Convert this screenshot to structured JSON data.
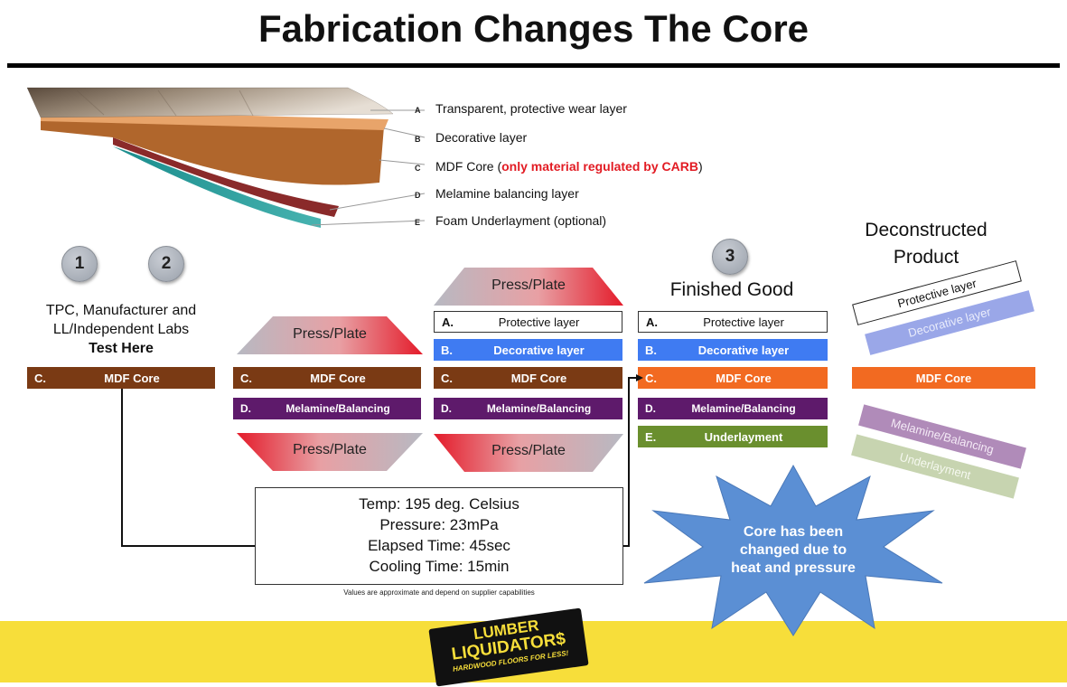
{
  "title": "Fabrication Changes The Core",
  "legend": [
    {
      "letter": "A",
      "text": "Transparent, protective wear layer"
    },
    {
      "letter": "B",
      "text": "Decorative layer"
    },
    {
      "letter": "C",
      "text_before": "MDF Core (",
      "text_red": "only material regulated by CARB",
      "text_after": ")"
    },
    {
      "letter": "D",
      "text": "Melamine balancing layer"
    },
    {
      "letter": "E",
      "text": "Foam Underlayment (optional)"
    }
  ],
  "steps": [
    "1",
    "2",
    "3"
  ],
  "stage1": {
    "heading": [
      "TPC, Manufacturer and",
      "LL/Independent Labs",
      "Test Here"
    ],
    "core": {
      "letter": "C.",
      "label": "MDF Core"
    }
  },
  "stage2": {
    "press_top": "Press/Plate",
    "press_bottom": "Press/Plate",
    "layers": [
      {
        "letter": "C.",
        "label": "MDF Core"
      },
      {
        "letter": "D.",
        "label": "Melamine/Balancing"
      }
    ]
  },
  "stage3": {
    "press_top": "Press/Plate",
    "press_bottom": "Press/Plate",
    "layers": [
      {
        "letter": "A.",
        "label": "Protective layer"
      },
      {
        "letter": "B.",
        "label": "Decorative layer"
      },
      {
        "letter": "C.",
        "label": "MDF Core"
      },
      {
        "letter": "D.",
        "label": "Melamine/Balancing"
      }
    ]
  },
  "finished": {
    "heading": "Finished Good",
    "layers": [
      {
        "letter": "A.",
        "label": "Protective layer"
      },
      {
        "letter": "B.",
        "label": "Decorative layer"
      },
      {
        "letter": "C.",
        "label": "MDF Core"
      },
      {
        "letter": "D.",
        "label": "Melamine/Balancing"
      },
      {
        "letter": "E.",
        "label": "Underlayment"
      }
    ]
  },
  "deconstructed": {
    "heading": [
      "Deconstructed",
      "Product"
    ],
    "protective": "Protective layer",
    "decorative": "Decorative layer",
    "core": "MDF Core",
    "melamine": "Melamine/Balancing",
    "underlayment": "Underlayment"
  },
  "params": [
    "Temp: 195 deg. Celsius",
    "Pressure: 23mPa",
    "Elapsed Time: 45sec",
    "Cooling Time: 15min"
  ],
  "note": "Values are approximate and depend on supplier capabilities",
  "burst": [
    "Core has been",
    "changed due to",
    "heat and pressure"
  ],
  "logo": {
    "line1": "LUMBER",
    "line2": "LIQUIDATOR$",
    "tagline": "HARDWOOD FLOORS FOR LESS!"
  },
  "colors": {
    "core_brown": "#7a3a14",
    "melamine_purple": "#5e1a6b",
    "decorative_blue": "#3f7bf2",
    "core_orange": "#f26a21",
    "underlayment_green": "#6a8f2e",
    "burst_blue": "#5b8fd4",
    "footer_yellow": "#f7de3a",
    "carb_red": "#e21b23"
  }
}
